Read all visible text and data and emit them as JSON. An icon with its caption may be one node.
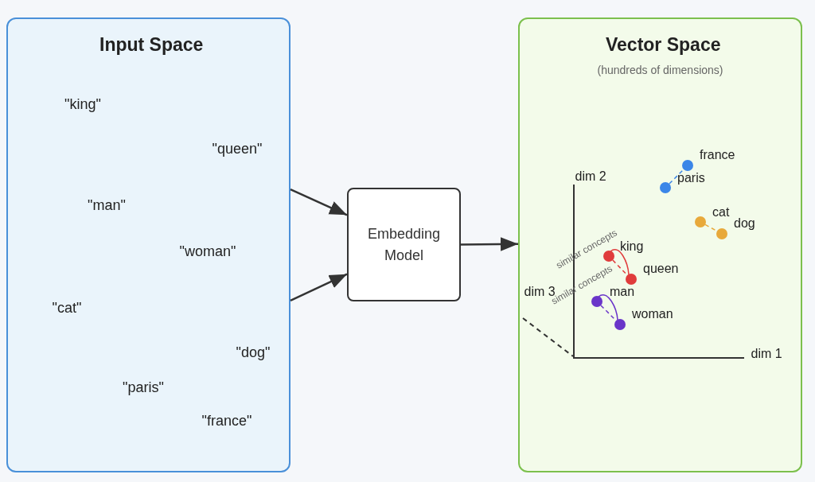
{
  "diagram": {
    "nodes": [
      {
        "text": [
          "Input Space"
        ]
      },
      {
        "text": [
          "Embedding Model"
        ]
      },
      {
        "text": [
          "Vector Space",
          "(hundreds of dimensions)"
        ]
      },
      {
        "text": [],
        "shape": "circle",
        "in": 2,
        "beside": [
          "france"
        ]
      },
      {
        "text": [],
        "shape": "circle",
        "in": 2,
        "beside": [
          "paris"
        ]
      },
      {
        "text": [],
        "shape": "circle",
        "in": 2,
        "beside": [
          "cat"
        ]
      },
      {
        "text": [],
        "shape": "circle",
        "in": 2,
        "beside": [
          "dog"
        ]
      },
      {
        "text": [],
        "shape": "circle",
        "in": 2,
        "beside": [
          "king"
        ]
      },
      {
        "text": [],
        "shape": "circle",
        "in": 2,
        "beside": [
          "queen"
        ]
      },
      {
        "text": [],
        "shape": "circle",
        "in": 2,
        "beside": [
          "man"
        ]
      },
      {
        "text": [],
        "shape": "circle",
        "in": 2,
        "beside": [
          "woman"
        ]
      }
    ],
    "edges": [
      {
        "from": 0,
        "to": 1,
        "arrow": "to"
      },
      {
        "from": 0,
        "to": 1,
        "arrow": "to"
      },
      {
        "from": 1,
        "to": 2,
        "arrow": "to"
      },
      {
        "from": 4,
        "to": 3,
        "arrow": "none",
        "style": "dashed",
        "color": "#3b86e8"
      },
      {
        "from": 5,
        "to": 6,
        "arrow": "none",
        "style": "dashed",
        "color": "#e8a93b"
      },
      {
        "from": 7,
        "to": 8,
        "arrow": "none",
        "style": "dashed",
        "color": "#e03c3c"
      },
      {
        "from": 7,
        "to": 8,
        "arrow": "none",
        "label": "similar concepts",
        "color": "#e03c3c"
      },
      {
        "from": 9,
        "to": 10,
        "arrow": "none",
        "style": "dashed",
        "color": "#6a35c9"
      },
      {
        "from": 9,
        "to": 10,
        "arrow": "none",
        "label": "similar concepts",
        "color": "#6a35c9"
      }
    ],
    "labels": [
      "\"king\"",
      "\"queen\"",
      "\"man\"",
      "\"woman\"",
      "\"cat\"",
      "\"dog\"",
      "\"paris\"",
      "\"france\"",
      "dim 2",
      "dim 3",
      "dim 1"
    ]
  }
}
